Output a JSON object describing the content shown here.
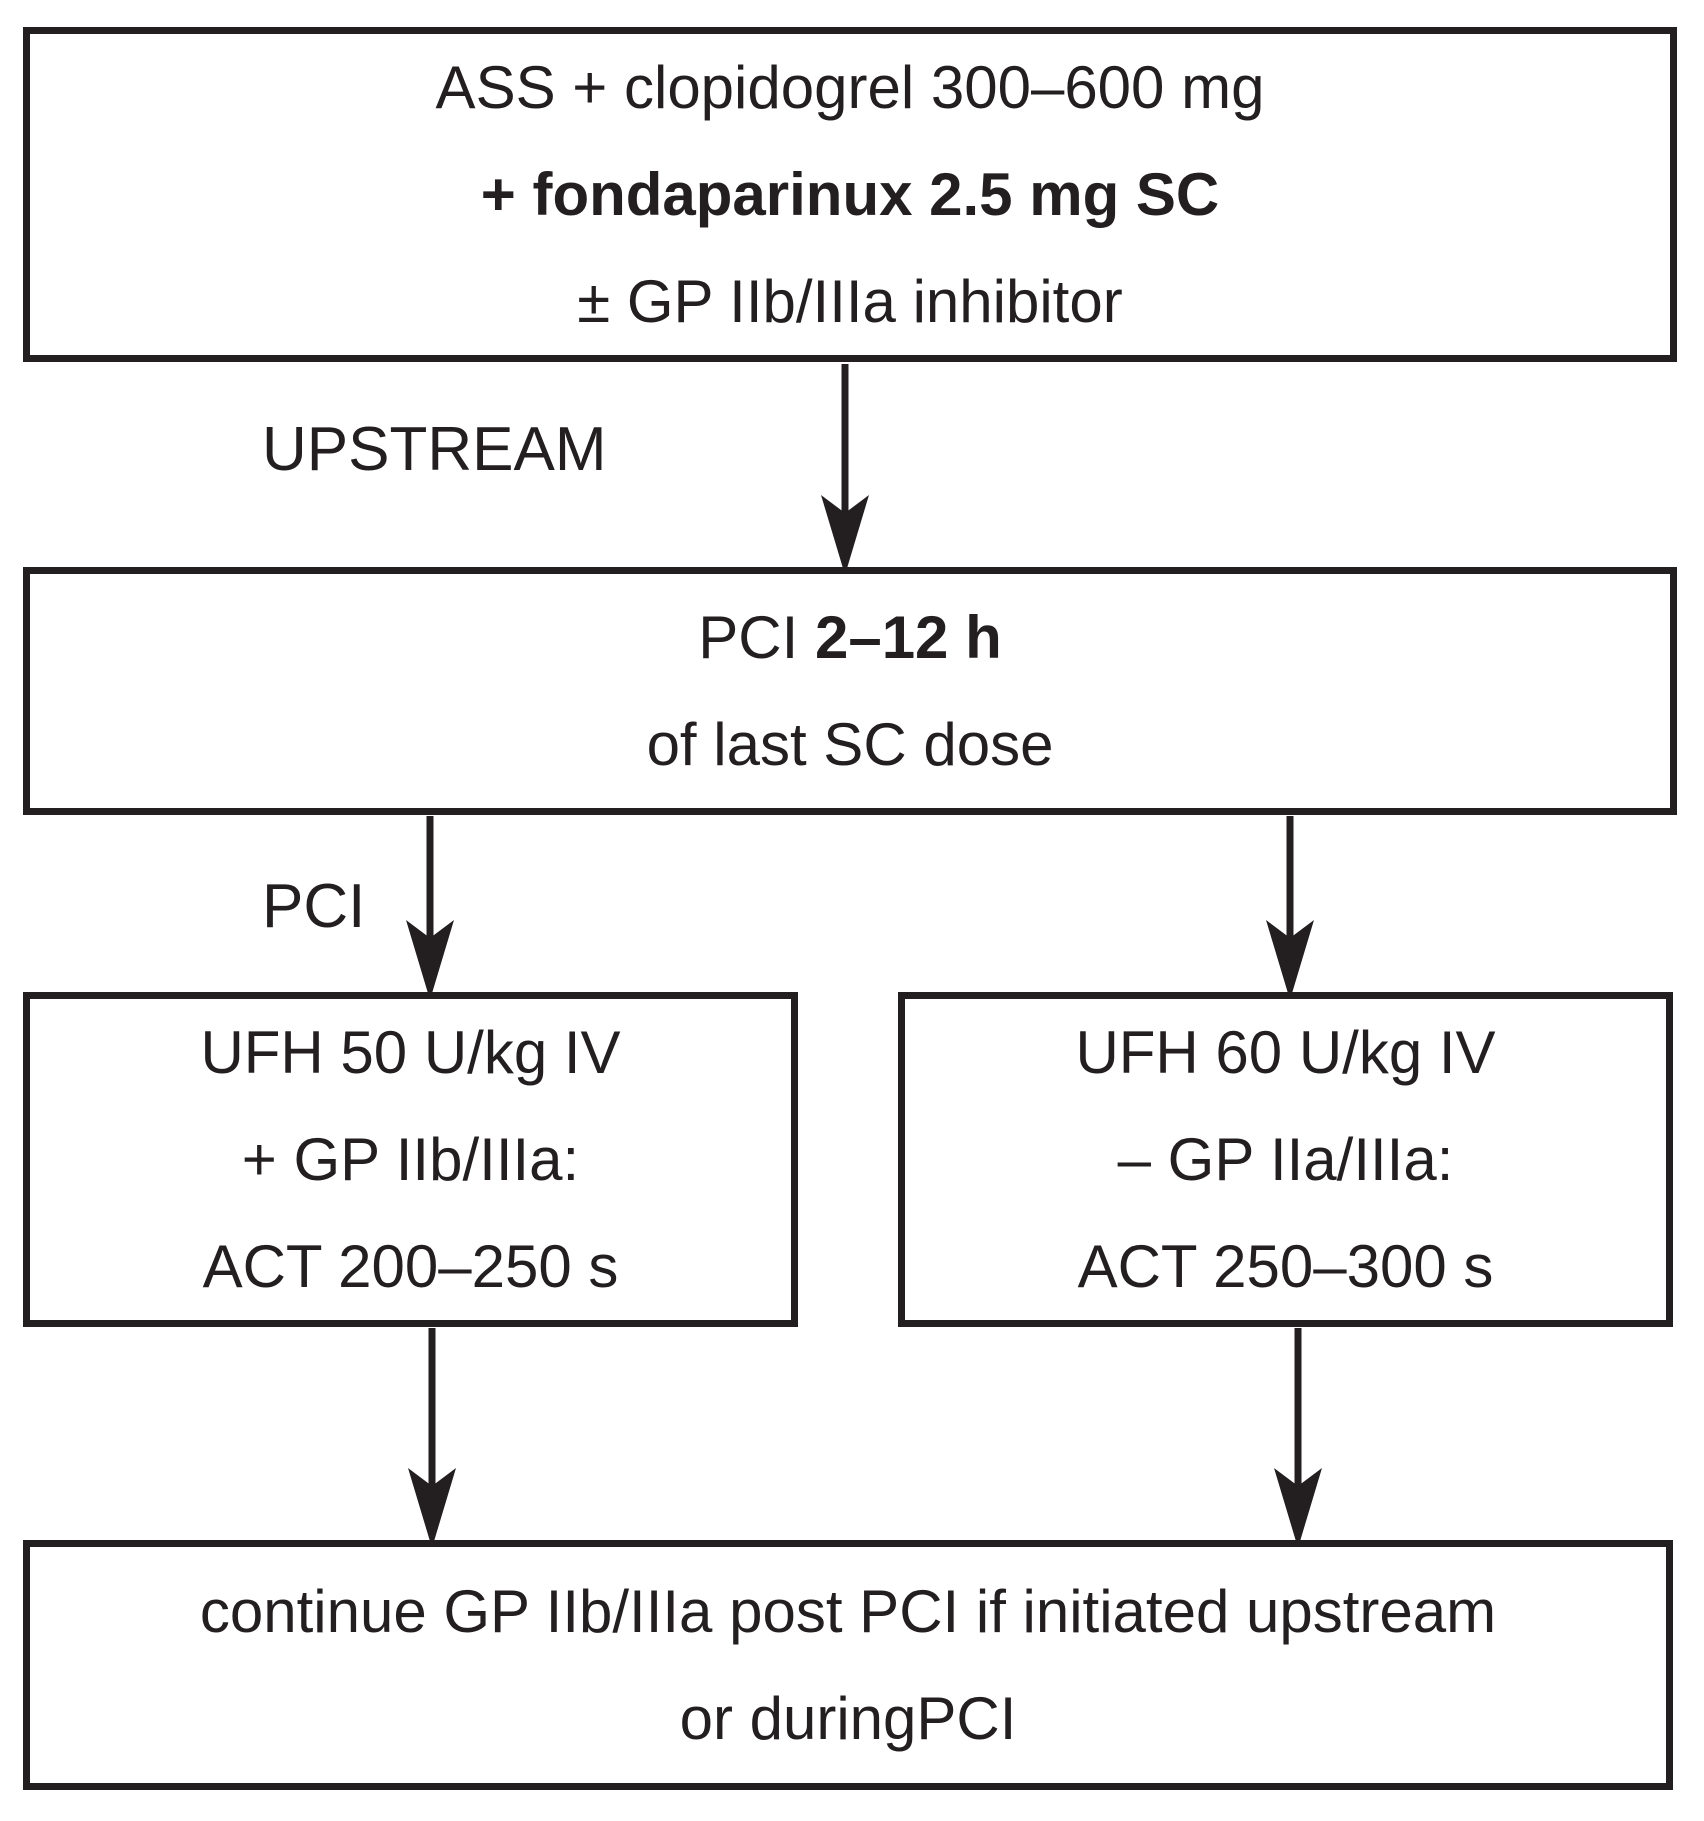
{
  "colors": {
    "ink": "#231f20",
    "background": "#ffffff"
  },
  "boxes": {
    "top": {
      "line1": "ASS + clopidogrel 300–600 mg",
      "line2": "+ fondaparinux 2.5 mg SC",
      "line3": "± GP IIb/IIIa inhibitor"
    },
    "mid": {
      "line1_prefix": "PCI ",
      "line1_bold": "2–12 h",
      "line2": "of last SC dose"
    },
    "left": {
      "line1": "UFH 50 U/kg IV",
      "line2": "+ GP IIb/IIIa:",
      "line3": "ACT 200–250 s"
    },
    "right": {
      "line1": "UFH 60 U/kg IV",
      "line2": "– GP IIa/IIIa:",
      "line3": "ACT 250–300 s"
    },
    "bottom": {
      "line1": "continue GP IIb/IIIa post PCI if initiated upstream",
      "line2": "or duringPCI"
    }
  },
  "labels": {
    "upstream": "UPSTREAM",
    "pci": "PCI"
  }
}
